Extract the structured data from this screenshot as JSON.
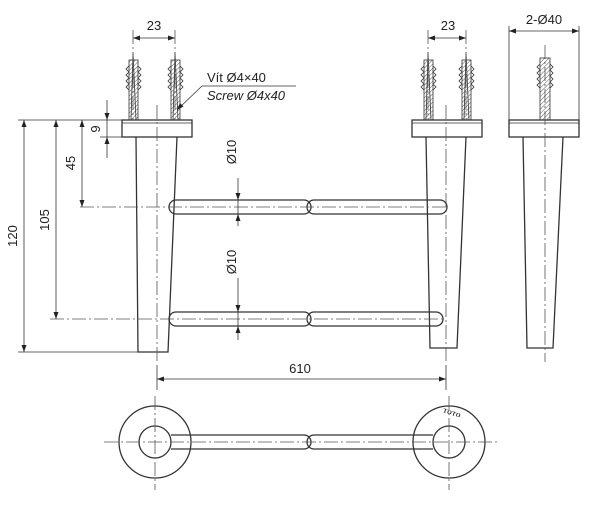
{
  "dimensions": {
    "left_anchor_spacing": "23",
    "right_anchor_spacing": "23",
    "side_anchor": "2-Ø40",
    "overall_height": "120",
    "lower_bar_height": "105",
    "upper_bar_height": "45",
    "flange_thickness": "9",
    "upper_bar_diameter": "Ø10",
    "lower_bar_diameter": "Ø10",
    "overall_width": "610"
  },
  "screw_note": {
    "line1": "Vít Ø4×40",
    "line2": "Screw Ø4x40"
  },
  "brand": "TOTO"
}
